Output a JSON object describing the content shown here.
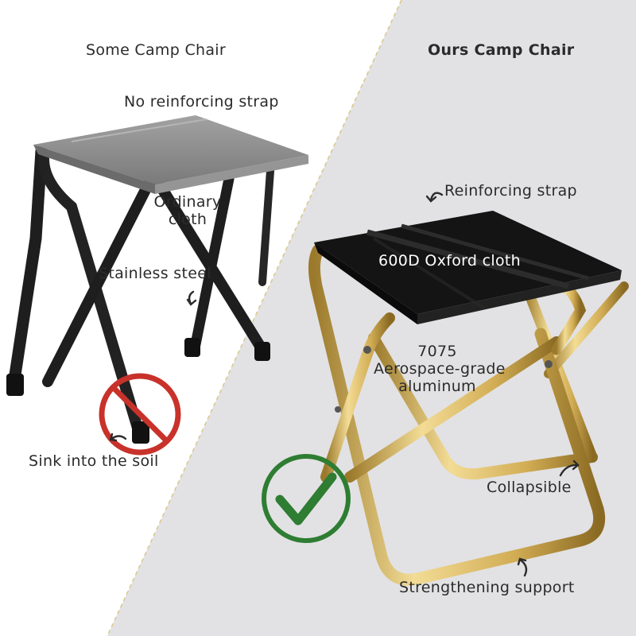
{
  "headings": {
    "left": "Some Camp Chair",
    "right": "Ours Camp Chair"
  },
  "left_labels": {
    "no_strap": "No reinforcing strap",
    "ordinary_cloth_line1": "Ordinary",
    "ordinary_cloth_line2": "cloth",
    "stainless_steel": "Stainless steel",
    "sink": "Sink into the soil"
  },
  "right_labels": {
    "reinforcing_strap": "Reinforcing strap",
    "oxford_cloth": "600D Oxford cloth",
    "aluminum_line1": "7075",
    "aluminum_line2": "Aerospace-grade",
    "aluminum_line3": "aluminum",
    "collapsible": "Collapsible",
    "strengthening_support": "Strengthening support"
  },
  "icons": {
    "bad": "prohibited-icon",
    "good": "checkmark-icon",
    "pointer": "curved-arrow-icon"
  },
  "colors": {
    "bad": "#c8322a",
    "good": "#2e7d32",
    "right_panel": "#e3e3e5",
    "gold": "#cfaa4e",
    "steel": "#1e1e1e",
    "seat_gray": "#8c8c8c",
    "seat_black": "#141414"
  }
}
